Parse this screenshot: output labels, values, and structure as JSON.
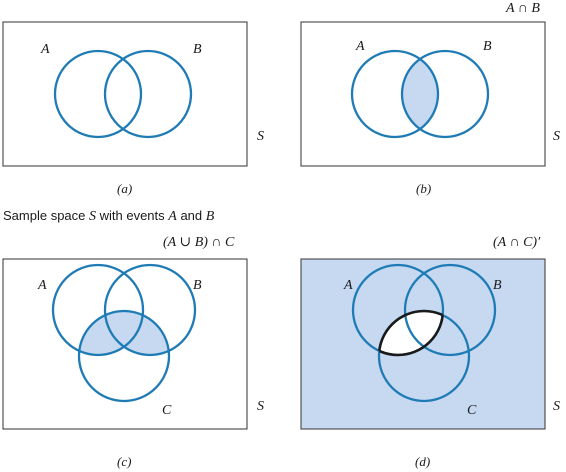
{
  "colors": {
    "circle_stroke": "#1f7bb5",
    "shade": "#c6d9f1",
    "frame": "#444444",
    "highlight_outline": "#1a1a1a"
  },
  "panels": {
    "a": {
      "caption": "(a)",
      "label_A": "A",
      "label_B": "B",
      "label_S": "S",
      "set_expression": ""
    },
    "b": {
      "caption": "(b)",
      "label_A": "A",
      "label_B": "B",
      "label_S": "S",
      "set_expression": "A ∩ B"
    },
    "c": {
      "caption": "(c)",
      "label_A": "A",
      "label_B": "B",
      "label_C": "C",
      "label_S": "S",
      "set_expression": "(A ∪ B) ∩ C"
    },
    "d": {
      "caption": "(d)",
      "label_A": "A",
      "label_B": "B",
      "label_C": "C",
      "label_S": "S",
      "set_expression": "(A ∩ C)′"
    }
  },
  "subtitle": {
    "prefix": "Sample space ",
    "S": "S",
    "middle": " with events ",
    "A": "A",
    "and": " and ",
    "B": "B"
  }
}
